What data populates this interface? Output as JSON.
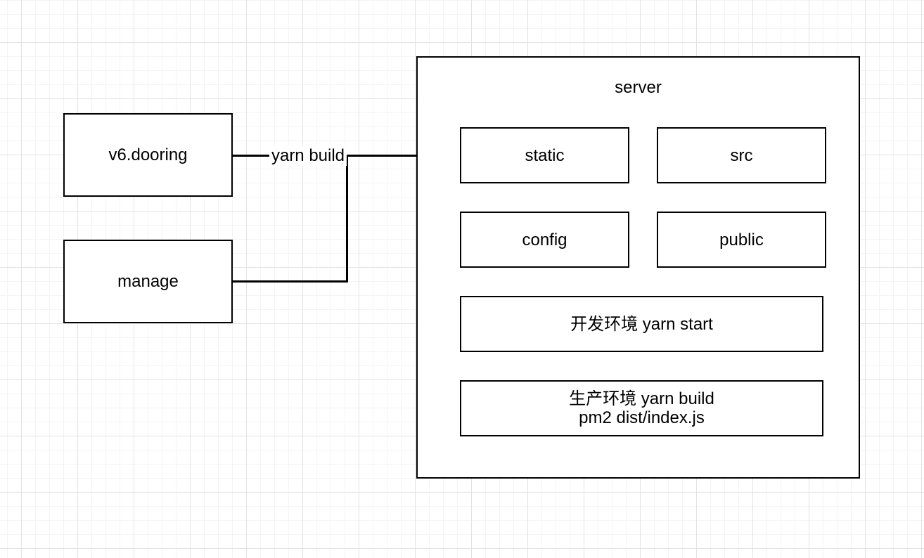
{
  "diagram": {
    "nodes": {
      "v6dooring": {
        "label": "v6.dooring"
      },
      "manage": {
        "label": "manage"
      },
      "server": {
        "label": "server"
      },
      "static": {
        "label": "static"
      },
      "src": {
        "label": "src"
      },
      "config": {
        "label": "config"
      },
      "public": {
        "label": "public"
      },
      "dev_env": {
        "label": "开发环境 yarn start"
      },
      "prod_env": {
        "line1": "生产环境 yarn build",
        "line2": "pm2 dist/index.js"
      }
    },
    "edges": {
      "build": {
        "label": "yarn build"
      }
    },
    "colors": {
      "stroke": "#000000",
      "node_fill": "#ffffff",
      "text": "#000000",
      "background": "#ffffff",
      "grid_minor": "#f4f4f4",
      "grid_major": "#e3e3e3"
    }
  }
}
